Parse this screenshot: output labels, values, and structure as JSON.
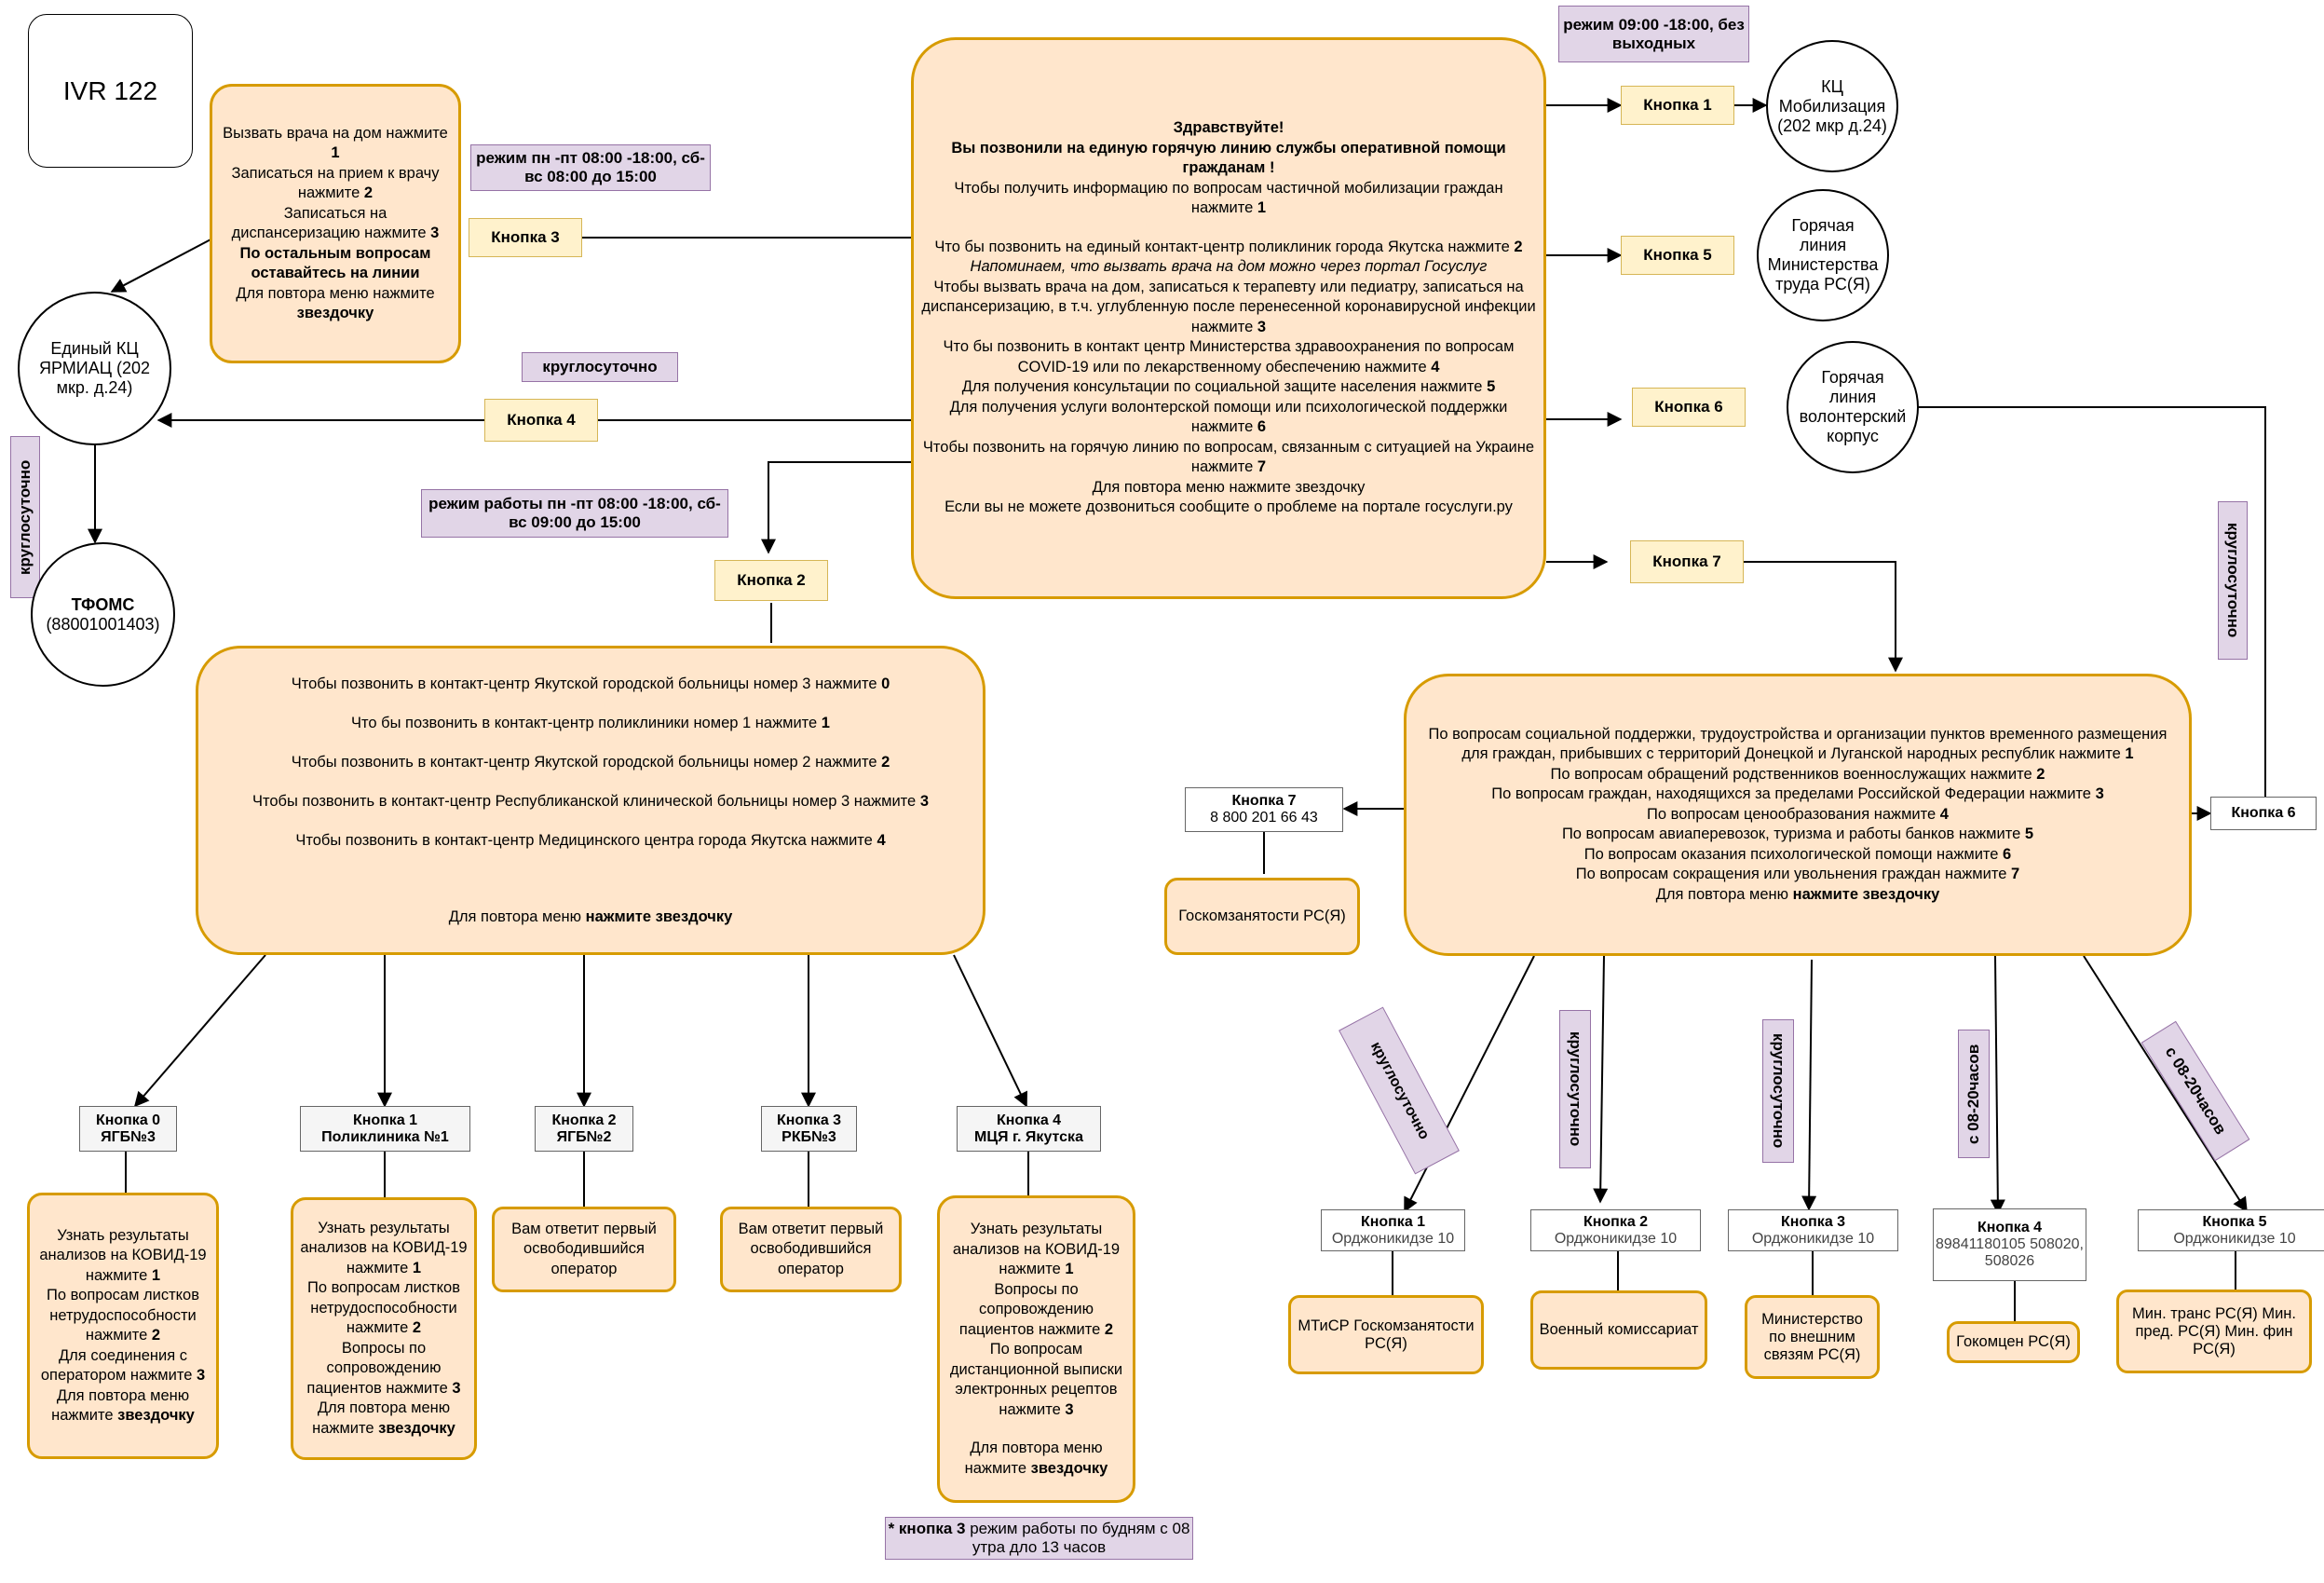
{
  "title": "IVR 122",
  "main": [
    {
      "t": "Здравствуйте!",
      "s": "b"
    },
    {
      "t": "Вы позвонили на единую горячую линию службы оперативной помощи гражданам !",
      "s": "b"
    },
    {
      "t": "Чтобы получить информацию по вопросам частичной мобилизации граждан нажмите ",
      "k": "1"
    },
    {
      "t": ""
    },
    {
      "t": "Что бы позвонить на единый контакт-центр поликлиник города Якутска нажмите ",
      "k": "2"
    },
    {
      "t": "Напоминаем, что вызвать врача на дом можно через портал Госуслуг",
      "s": "i"
    },
    {
      "t": "Чтобы вызвать врача на дом, записаться к терапевту или педиатру, записаться на диспансеризацию, в т.ч. углубленную после перенесенной коронавирусной инфекции  нажмите ",
      "k": "3"
    },
    {
      "t": "Что бы позвонить в контакт центр Министерства здравоохранения по вопросам COVID-19 или по лекарственному обеспечению нажмите ",
      "k": "4"
    },
    {
      "t": "Для получения консультации по социальной защите населения нажмите ",
      "k": "5"
    },
    {
      "t": "Для получения услуги волонтерской помощи или психологической поддержки нажмите ",
      "k": "6"
    },
    {
      "t": "Чтобы позвонить на горячую линию по вопросам, связанным с ситуацией на Украине нажмите ",
      "k": "7"
    },
    {
      "t": "Для повтора меню нажмите звездочку"
    },
    {
      "t": "Если вы не можете дозвониться сообщите о проблеме на портале госуслуги.ру"
    }
  ],
  "menu3": [
    {
      "t": "Вызвать врача на дом нажмите  ",
      "k": "1"
    },
    {
      "t": "Записаться на прием к врачу нажмите ",
      "k": "2"
    },
    {
      "t": "Записаться на диспансеризацию нажмите ",
      "k": "3"
    },
    {
      "t": "По остальным вопросам оставайтесь на линии",
      "s": "b"
    },
    {
      "t": "Для повтора меню нажмите ",
      "k": "звездочку"
    }
  ],
  "menu2": [
    {
      "t": "Чтобы позвонить в контакт-центр Якутской городской больницы номер 3 нажмите ",
      "k": "0"
    },
    {
      "t": "Что бы позвонить в контакт-центр поликлиники номер 1 нажмите  ",
      "k": "1"
    },
    {
      "t": "Чтобы позвонить в контакт-центр Якутской городской больницы номер 2 нажмите  ",
      "k": "2"
    },
    {
      "t": "Чтобы позвонить в контакт-центр Республиканской клинической больницы номер 3 нажмите  ",
      "k": "3"
    },
    {
      "t": "Чтобы позвонить в контакт-центр Медицинского центра города Якутска нажмите   ",
      "k": "4"
    },
    {
      "t": ""
    },
    {
      "t": "Для повтора меню ",
      "k": "нажмите звездочку"
    }
  ],
  "menu7": [
    {
      "t": "По вопросам социальной поддержки, трудоустройства и организации пунктов временного размещения для граждан, прибывших с территорий Донецкой и Луганской народных республик нажмите ",
      "k": "1"
    },
    {
      "t": "По вопросам обращений родственников военнослужащих   нажмите   ",
      "k": "2"
    },
    {
      "t": "По вопросам граждан, находящихся за пределами Российской Федерации нажмите  ",
      "k": "3"
    },
    {
      "t": "По вопросам ценообразования  нажмите    ",
      "k": "4"
    },
    {
      "t": "По вопросам авиаперевозок, туризма и работы банков  нажмите    ",
      "k": "5"
    },
    {
      "t": "По вопросам оказания психологической помощи нажмите ",
      "k": "6"
    },
    {
      "t": "По вопросам сокращения или  увольнения граждан нажмите ",
      "k": "7"
    },
    {
      "t": "Для повтора меню ",
      "k": "нажмите звездочку"
    }
  ],
  "sub0": [
    {
      "t": "Узнать результаты анализов на  КОВИД-19 нажмите ",
      "k": "1"
    },
    {
      "t": "По вопросам листков нетрудоспособности нажмите ",
      "k": "2"
    },
    {
      "t": "Для соединения с оператором нажмите ",
      "k": "3"
    },
    {
      "t": "Для повтора меню нажмите ",
      "k": "звездочку"
    }
  ],
  "sub1": [
    {
      "t": "Узнать результаты анализов на КОВИД-19 нажмите ",
      "k": "1"
    },
    {
      "t": "По вопросам листков нетрудоспособности нажмите ",
      "k": "2"
    },
    {
      "t": "Вопросы по сопровождению пациентов нажмите ",
      "k": "3"
    },
    {
      "t": "Для повтора меню нажмите ",
      "k": "звездочку"
    }
  ],
  "sub4": [
    {
      "t": "Узнать результаты анализов на  КОВИД-19 нажмите ",
      "k": "1"
    },
    {
      "t": "Вопросы по сопровождению пациентов нажмите ",
      "k": "2"
    },
    {
      "t": "По вопросам дистанционной выписки электронных рецептов нажмите ",
      "k": "3"
    },
    {
      "t": ""
    },
    {
      "t": "Для повтора меню нажмите ",
      "k": "звездочку"
    }
  ],
  "operator": "Вам ответит первый освободившийся оператор",
  "buttons": {
    "k1": "Кнопка 1",
    "k2": "Кнопка 2",
    "k3": "Кнопка 3",
    "k4": "Кнопка 4",
    "k5": "Кнопка 5",
    "k6": "Кнопка 6",
    "k7": "Кнопка 7"
  },
  "notes": {
    "mode_daily": "режим  09:00 -18:00, без выходных",
    "mode_k3": "режим пн -пт 08:00 -18:00, сб-вс 08:00 до 15:00",
    "mode_k2": "режим работы пн -пт 08:00 -18:00, сб-вс 09:00 до 15:00",
    "round": "круглосуточно",
    "hours_8_20": "с 08-20часов",
    "footnote_prefix": "* кнопка 3",
    "footnote_rest": " режим работы по будням с 08 утра дло 13 часов"
  },
  "circles": {
    "kc_mob": "КЦ Мобилизация (202 мкр д.24)",
    "labor": "Горячая линия Министерства труда РС(Я)",
    "volunteer": "Горячая линия волонтерский корпус",
    "yarmiac": "Единый КЦ ЯРМИАЦ (202 мкр. д.24)",
    "tfoms_name": "ТФОМС",
    "tfoms_phone": "(88001001403)"
  },
  "hospitals": [
    {
      "k": "Кнопка 0",
      "n": "ЯГБ№3"
    },
    {
      "k": "Кнопка 1",
      "n": "Поликлиника №1"
    },
    {
      "k": "Кнопка 2",
      "n": "ЯГБ№2"
    },
    {
      "k": "Кнопка 3",
      "n": "РКБ№3"
    },
    {
      "k": "Кнопка 4",
      "n": "МЦЯ г. Якутска"
    }
  ],
  "k7_phone": "8 800 201 66 43",
  "goszan": "Госкомзанятости РС(Я)",
  "bottom": [
    {
      "k": "Кнопка 1",
      "a": "Орджоникидзе 10",
      "org": "МТиСР Госкомзанятости РС(Я)"
    },
    {
      "k": "Кнопка 2",
      "a": "Орджоникидзе 10",
      "org": "Военный комиссариат"
    },
    {
      "k": "Кнопка 3",
      "a": "Орджоникидзе 10",
      "org": "Министерство по внешним связям РС(Я)"
    },
    {
      "k": "Кнопка 4",
      "a": "89841180105 508020, 508026",
      "org": "Гокомцен РС(Я)"
    },
    {
      "k": "Кнопка 5",
      "a": "Орджоникидзе 10",
      "org": "Мин. транс РС(Я) Мин. пред. РС(Я) Мин. фин РС(Я)"
    }
  ],
  "colors": {
    "orange_fill": "#ffe6cc",
    "orange_stroke": "#d79b00",
    "yellow_fill": "#fff2cc",
    "purple_fill": "#e1d5e7"
  }
}
